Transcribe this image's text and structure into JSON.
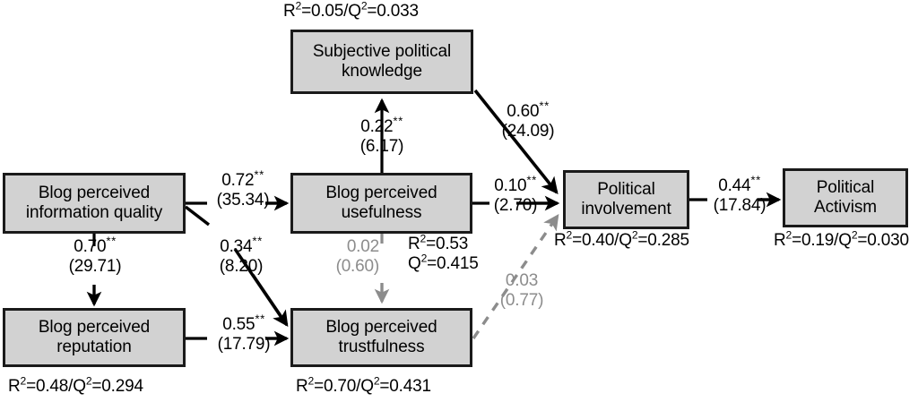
{
  "diagram": {
    "type": "structural-equation-path-model",
    "nodes": [
      {
        "id": "subjective-political-knowledge",
        "label": "Subjective political\nknowledge",
        "stat": "R2=0.05/Q2=0.033",
        "r2": 0.05,
        "q2": 0.033
      },
      {
        "id": "blog-perceived-information-quality",
        "label": "Blog perceived\ninformation quality",
        "stat": "",
        "r2": null,
        "q2": null
      },
      {
        "id": "blog-perceived-usefulness",
        "label": "Blog perceived\nusefulness",
        "stat": "R2=0.53/Q2=0.415",
        "r2": 0.53,
        "q2": 0.415
      },
      {
        "id": "political-involvement",
        "label": "Political\ninvolvement",
        "stat": "R2=0.40/Q2=0.285",
        "r2": 0.4,
        "q2": 0.285
      },
      {
        "id": "political-activism",
        "label": "Political\nActivism",
        "stat": "R2=0.19/Q2=0.030",
        "r2": 0.19,
        "q2": 0.03
      },
      {
        "id": "blog-perceived-reputation",
        "label": "Blog perceived\nreputation",
        "stat": "R2=0.48/Q2=0.294",
        "r2": 0.48,
        "q2": 0.294
      },
      {
        "id": "blog-perceived-trustfulness",
        "label": "Blog perceived\ntrustfulness",
        "stat": "R2=0.70/Q2=0.431",
        "r2": 0.7,
        "q2": 0.431
      }
    ],
    "paths": [
      {
        "id": "usefulness-to-knowledge",
        "from": "blog-perceived-usefulness",
        "to": "subjective-political-knowledge",
        "coefficient": "0.22",
        "stars": "**",
        "tvalue": "(6.17)",
        "significant": true,
        "style": "solid-black"
      },
      {
        "id": "knowledge-to-involvement",
        "from": "subjective-political-knowledge",
        "to": "political-involvement",
        "coefficient": "0.60",
        "stars": "**",
        "tvalue": "(24.09)",
        "significant": true,
        "style": "solid-black"
      },
      {
        "id": "quality-to-usefulness",
        "from": "blog-perceived-information-quality",
        "to": "blog-perceived-usefulness",
        "coefficient": "0.72",
        "stars": "**",
        "tvalue": "(35.34)",
        "significant": true,
        "style": "solid-black"
      },
      {
        "id": "quality-to-reputation",
        "from": "blog-perceived-information-quality",
        "to": "blog-perceived-reputation",
        "coefficient": "0.70",
        "stars": "**",
        "tvalue": "(29.71)",
        "significant": true,
        "style": "solid-black"
      },
      {
        "id": "quality-to-trustfulness",
        "from": "blog-perceived-information-quality",
        "to": "blog-perceived-trustfulness",
        "coefficient": "0.34",
        "stars": "**",
        "tvalue": "(8.20)",
        "significant": true,
        "style": "solid-black"
      },
      {
        "id": "reputation-to-trustfulness",
        "from": "blog-perceived-reputation",
        "to": "blog-perceived-trustfulness",
        "coefficient": "0.55",
        "stars": "**",
        "tvalue": "(17.79)",
        "significant": true,
        "style": "solid-black"
      },
      {
        "id": "usefulness-to-trustfulness",
        "from": "blog-perceived-usefulness",
        "to": "blog-perceived-trustfulness",
        "coefficient": "0.02",
        "stars": "",
        "tvalue": "(0.60)",
        "significant": false,
        "style": "solid-gray"
      },
      {
        "id": "usefulness-to-involvement",
        "from": "blog-perceived-usefulness",
        "to": "political-involvement",
        "coefficient": "0.10",
        "stars": "**",
        "tvalue": "(2.70)",
        "significant": true,
        "style": "solid-black"
      },
      {
        "id": "trustfulness-to-involvement",
        "from": "blog-perceived-trustfulness",
        "to": "political-involvement",
        "coefficient": "0.03",
        "stars": "",
        "tvalue": "(0.77)",
        "significant": false,
        "style": "dashed-gray"
      },
      {
        "id": "involvement-to-activism",
        "from": "political-involvement",
        "to": "political-activism",
        "coefficient": "0.44",
        "stars": "**",
        "tvalue": "(17.84)",
        "significant": true,
        "style": "solid-black"
      }
    ],
    "colors": {
      "box_fill": "#d2d2d2",
      "box_border": "#1a1a1a",
      "significant_path": "#000000",
      "nonsignificant_path": "#8c8c8c",
      "background": "#ffffff"
    }
  }
}
